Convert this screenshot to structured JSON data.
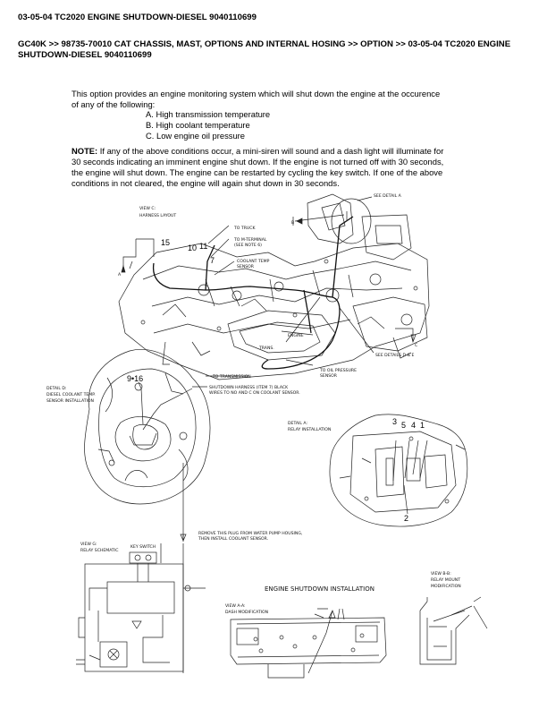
{
  "header": {
    "line1": "03-05-04 TC2020 ENGINE SHUTDOWN-DIESEL 9040110699",
    "line2": "GC40K >> 98735-70010 CAT CHASSIS, MAST, OPTIONS AND INTERNAL HOSING >> OPTION >> 03-05-04 TC2020 ENGINE SHUTDOWN-DIESEL 9040110699"
  },
  "intro": "This option provides an engine monitoring system which will shut down the engine at the occurence of any of the following:",
  "conditions": [
    "A. High transmission temperature",
    "B. High coolant temperature",
    "C. Low engine oil pressure"
  ],
  "note": {
    "label": "NOTE:",
    "text": " If any of the above conditions occur, a mini-siren will sound and a dash light will illuminate for 30 seconds indicating an imminent engine shut down. If the engine is not turned off with 30 seconds, the engine will shut down. The engine can be restarted by cycling the key switch. If one of the above conditions in not cleared, the engine will again shut down in 30 seconds."
  },
  "diagram": {
    "view_c": [
      "VIEW C:",
      "HARNESS LAYOUT"
    ],
    "see_detail_a": "SEE DETAIL A",
    "to_truck": "TO TRUCK",
    "to_m_terminal": [
      "TO M-TERMINAL",
      "(SEE NOTE 6)"
    ],
    "coolant_temp_sensor": [
      "COOLANT TEMP",
      "SENSOR"
    ],
    "engine": "ENGINE",
    "trans": "TRANS.",
    "see_details_d_e": "SEE DETAILS D & E",
    "to_oil_pressure_sensor": [
      "TO OIL PRESSURE",
      "SENSOR"
    ],
    "to_transmission": "TO TRANSMISSION",
    "detail_d": [
      "DETAIL D:",
      "DIESEL COOLANT TEMP.",
      "SENSOR INSTALLATION"
    ],
    "shutdown_harness_note": [
      "SHUTDOWN HARNESS (ITEM 7) BLACK",
      "WIRES TO NO AND C ON COOLANT SENSOR."
    ],
    "detail_a": [
      "DETAIL A:",
      "RELAY INSTALLATION"
    ],
    "remove_plug_note": [
      "REMOVE THIS PLUG FROM WATER PUMP HOUSING,",
      "THEN INSTALL COOLANT SENSOR."
    ],
    "view_g": [
      "VIEW G:",
      "RELAY SCHEMATIC"
    ],
    "key_switch": "KEY SWITCH",
    "engine_shutdown_installation": "ENGINE SHUTDOWN INSTALLATION",
    "view_aa": [
      "VIEW A-A:",
      "DASH MODIFICATION"
    ],
    "view_bb": [
      "VIEW B-B:",
      "RELAY MOUNT",
      "MODIFICATION"
    ],
    "callouts": {
      "c15": "15",
      "c10": "10",
      "c11": "11",
      "c7": "7",
      "c916": "9•16",
      "c3": "3",
      "c5": "5",
      "c4": "4",
      "c1": "1",
      "c2": "2"
    },
    "letters": {
      "a": "A",
      "b": "B",
      "c": "C"
    }
  }
}
